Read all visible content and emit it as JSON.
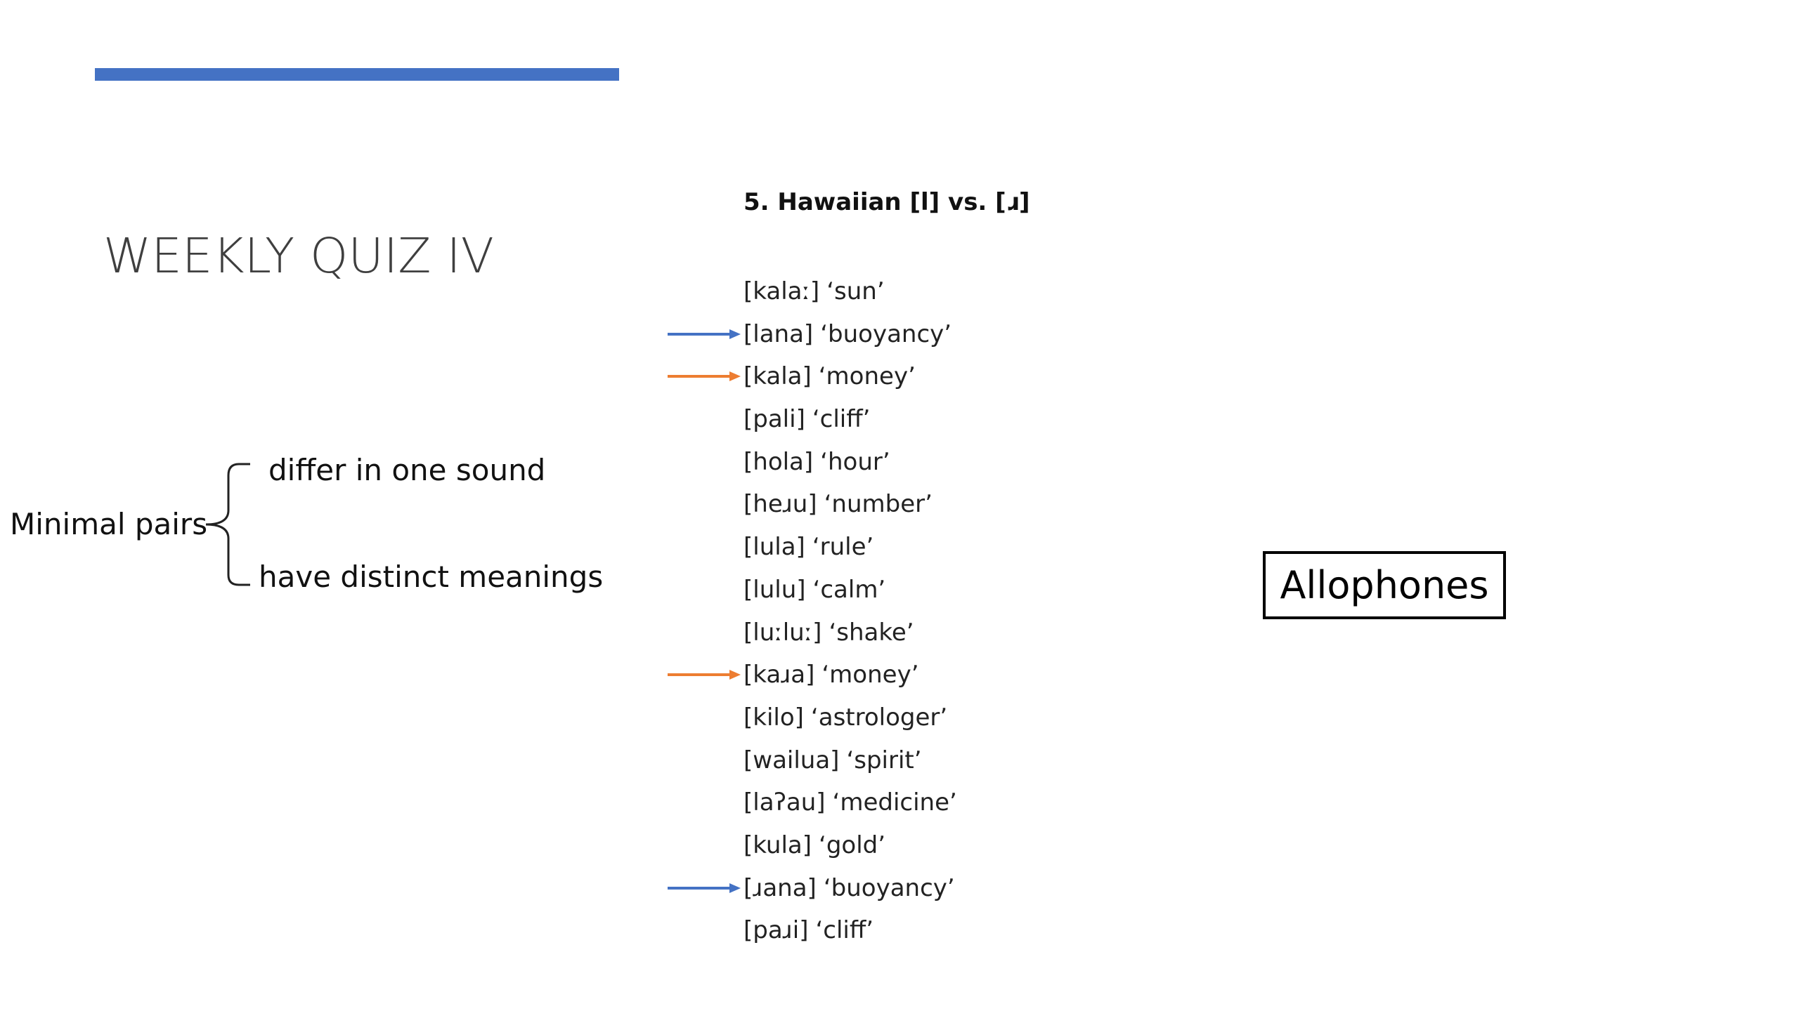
{
  "slide": {
    "title": "WEEKLY QUIZ IV",
    "accent_color": "#4472c4"
  },
  "minimal_pairs": {
    "label": "Minimal pairs",
    "definitions": [
      "differ in one sound",
      "have distinct meanings"
    ]
  },
  "word_section": {
    "heading": "5. Hawaiian [l] vs. [ɹ]",
    "words": [
      {
        "ipa": "[kalaː]",
        "gloss": "‘sun’",
        "arrow": null
      },
      {
        "ipa": "[lana]",
        "gloss": "‘buoyancy’",
        "arrow": "blue"
      },
      {
        "ipa": "[kala]",
        "gloss": "‘money’",
        "arrow": "orange"
      },
      {
        "ipa": "[pali]",
        "gloss": "‘cliff’",
        "arrow": null
      },
      {
        "ipa": "[hola]",
        "gloss": "‘hour’",
        "arrow": null
      },
      {
        "ipa": "[heɹu]",
        "gloss": "‘number’",
        "arrow": null
      },
      {
        "ipa": "[lula]",
        "gloss": "‘rule’",
        "arrow": null
      },
      {
        "ipa": "[lulu]",
        "gloss": "‘calm’",
        "arrow": null
      },
      {
        "ipa": "[luːluː]",
        "gloss": "‘shake’",
        "arrow": null
      },
      {
        "ipa": "[kaɹa]",
        "gloss": "‘money’",
        "arrow": "orange"
      },
      {
        "ipa": "[kilo]",
        "gloss": "‘astrologer’",
        "arrow": null
      },
      {
        "ipa": "[wailua]",
        "gloss": "‘spirit’",
        "arrow": null
      },
      {
        "ipa": "[laʔau]",
        "gloss": "‘medicine’",
        "arrow": null
      },
      {
        "ipa": "[kula]",
        "gloss": "‘gold’",
        "arrow": null
      },
      {
        "ipa": "[ɹana]",
        "gloss": "‘buoyancy’",
        "arrow": "blue"
      },
      {
        "ipa": "[paɹi]",
        "gloss": "‘cliff’",
        "arrow": null
      }
    ]
  },
  "arrow_colors": {
    "blue": "#4472c4",
    "orange": "#ed7d31"
  },
  "callout": {
    "label": "Allophones"
  }
}
